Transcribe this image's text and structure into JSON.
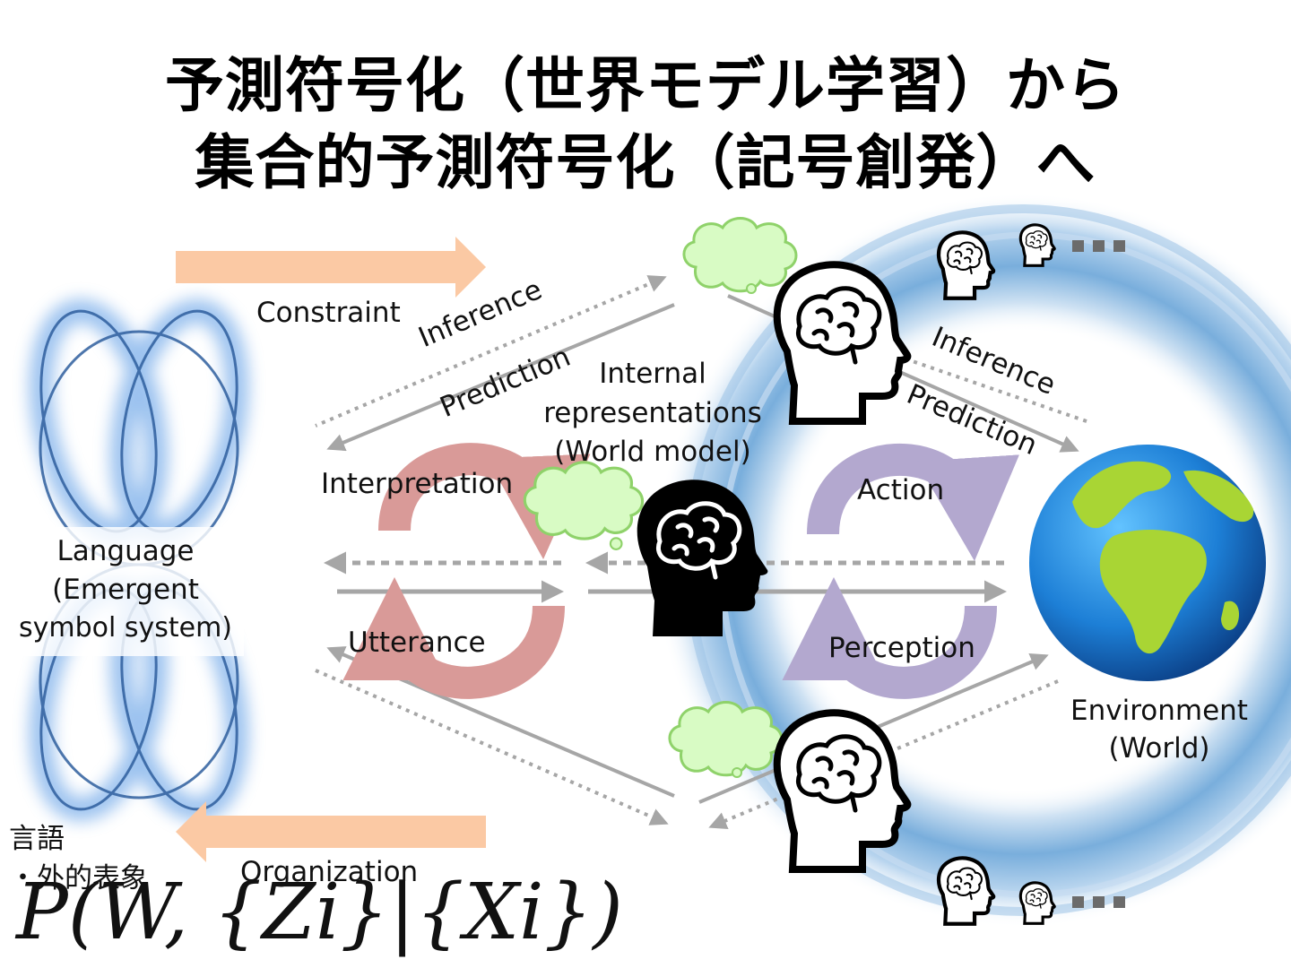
{
  "title": {
    "line1": "予測符号化（世界モデル学習）から",
    "line2": "集合的予測符号化（記号創発）へ"
  },
  "labels": {
    "constraint": "Constraint",
    "inference_left": "Inference",
    "prediction_left": "Prediction",
    "internal_1": "Internal",
    "internal_2": "representations",
    "internal_3": "(World model)",
    "interpretation": "Interpretation",
    "utterance": "Utterance",
    "action": "Action",
    "perception": "Perception",
    "inference_right": "Inference",
    "prediction_right": "Prediction",
    "language_1": "Language",
    "language_2": "(Emergent",
    "language_3": "symbol system)",
    "environment_1": "Environment",
    "environment_2": "(World)",
    "organization": "Organization",
    "jp_language": "言語",
    "jp_external": "・外的表象",
    "ellipsis_top": "...",
    "ellipsis_bottom": "..."
  },
  "formula": "P(W, {Zi}|{Xi})",
  "icons": [
    "brain-head-icon",
    "thought-cloud-icon",
    "earth-globe-icon",
    "language-knot-icon"
  ],
  "colors": {
    "arrow_orange": "#fbc9a4",
    "cycle_red": "#d99a98",
    "cycle_purple": "#b3a8cf",
    "arrow_gray": "#a6a6a6",
    "ring_blue": "#7fb0da",
    "cloud_green": "#d8fbc4"
  }
}
